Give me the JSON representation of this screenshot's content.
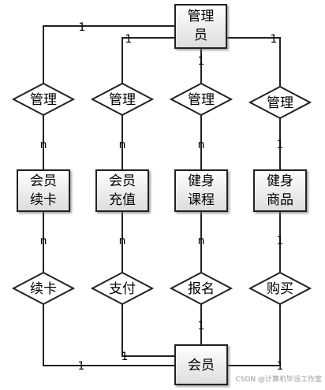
{
  "entities": {
    "admin": [
      "管理",
      "员"
    ],
    "member": [
      "会员"
    ],
    "renew_card": [
      "会员",
      "续卡"
    ],
    "recharge": [
      "会员",
      "充值"
    ],
    "course": [
      "健身",
      "课程"
    ],
    "goods": [
      "健身",
      "商品"
    ]
  },
  "relations": {
    "manage_1": "管理",
    "manage_2": "管理",
    "manage_3": "管理",
    "manage_4": "管理",
    "renew": "续卡",
    "pay": "支付",
    "enroll": "报名",
    "buy": "购买"
  },
  "cardinalities": {
    "admin_manage1": "1",
    "admin_manage2": "1",
    "admin_manage3": "1",
    "admin_manage4": "1",
    "manage1_renewcard": "n",
    "manage2_recharge": "n",
    "manage3_course": "n",
    "manage4_goods": "1",
    "renewcard_renew": "n",
    "recharge_pay": "n",
    "course_enroll": "n",
    "goods_buy": "1",
    "member_renew": "1",
    "member_pay": "1",
    "member_enroll": "1",
    "member_buy": "1"
  },
  "watermark": "CSDN @计算机毕设工作室"
}
